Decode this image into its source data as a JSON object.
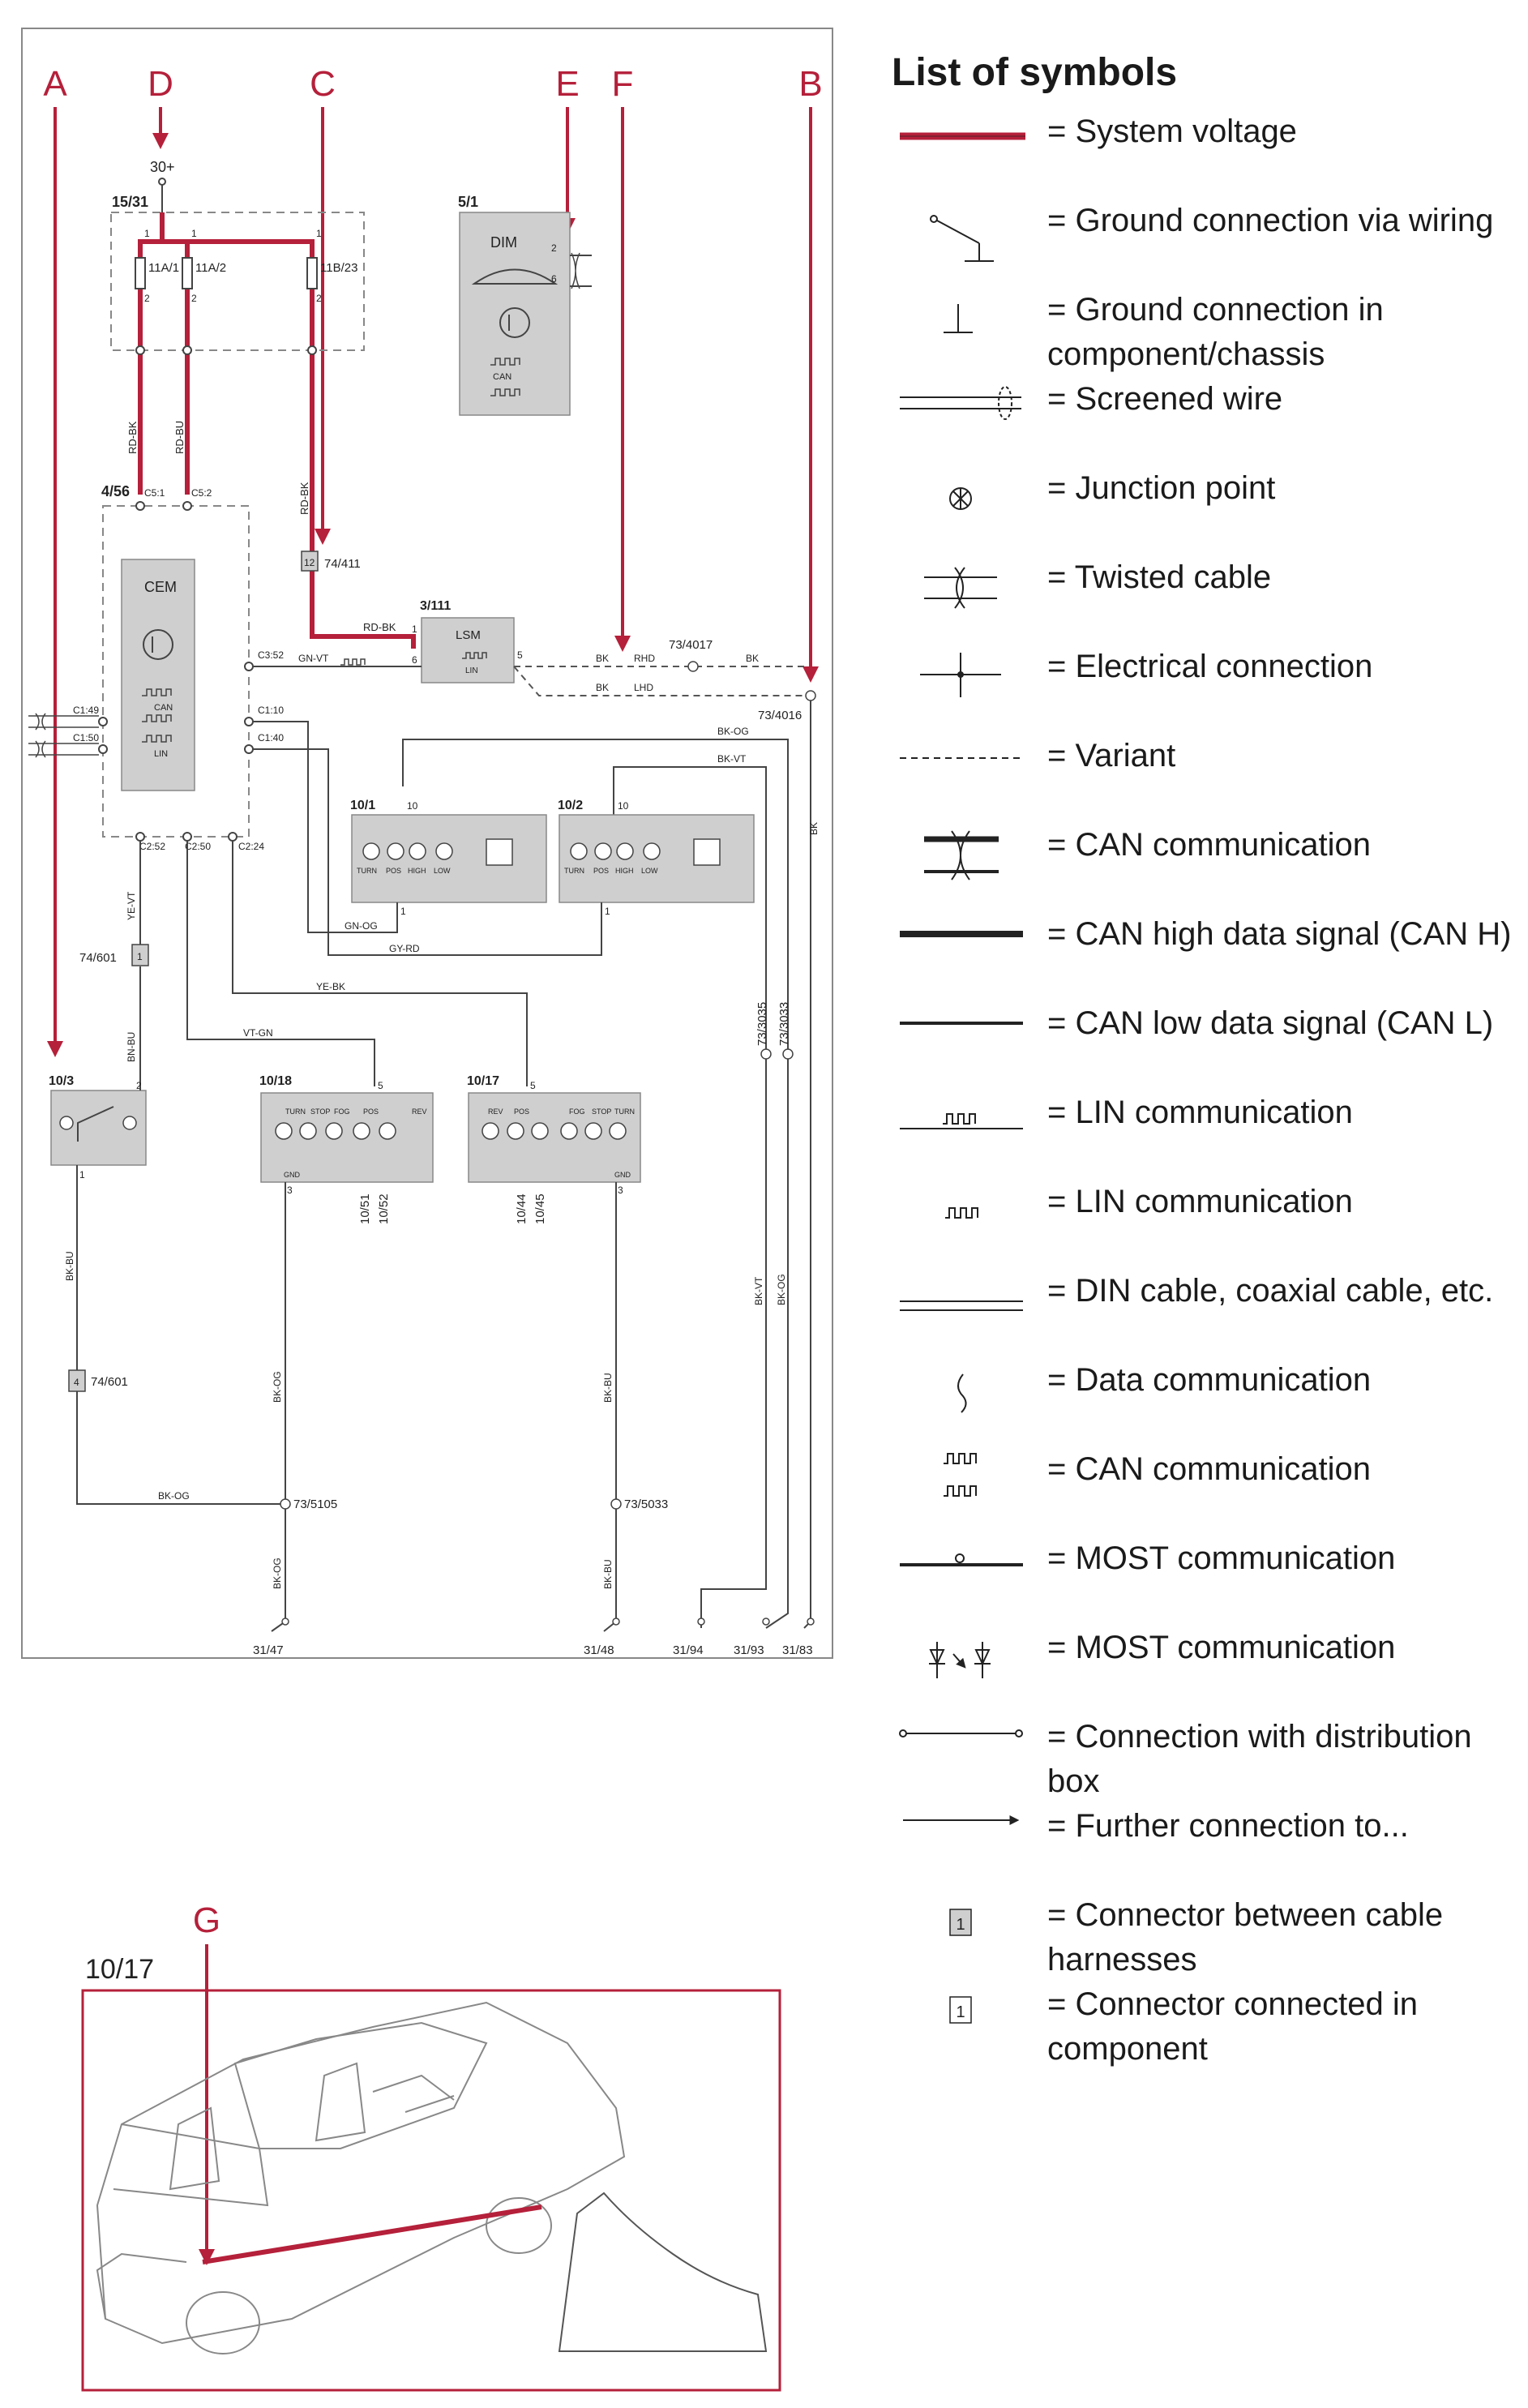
{
  "colors": {
    "system_voltage": "#b5203a",
    "wire": "#444444",
    "box_fill": "#cfcfcf",
    "frame": "#888888"
  },
  "callouts": [
    "A",
    "D",
    "C",
    "E",
    "F",
    "B",
    "G"
  ],
  "supply": {
    "label": "30+",
    "box": "15/31"
  },
  "fuses": [
    "11A/1",
    "11A/2",
    "11B/23"
  ],
  "fuse_pins": {
    "top": "1",
    "bottom": "2"
  },
  "dim": {
    "id": "5/1",
    "name": "DIM",
    "can": "CAN",
    "pins": [
      "2",
      "6"
    ]
  },
  "cem": {
    "id": "4/56",
    "name": "CEM",
    "can": "CAN",
    "lin": "LIN",
    "top_pins": [
      "C5:1",
      "C5:2"
    ],
    "right_pins": [
      "C3:52",
      "C1:10",
      "C1:40"
    ],
    "left_pins": [
      "C1:49",
      "C1:50"
    ],
    "bottom_pins": [
      "C2:52",
      "C2:50",
      "C2:24"
    ]
  },
  "lsm": {
    "id": "3/111",
    "name": "LSM",
    "lin": "LIN",
    "pins": [
      "1",
      "6",
      "5"
    ]
  },
  "connector_74_411": {
    "pin": "12",
    "label": "74/411"
  },
  "connector_74_601": {
    "pin": "1",
    "label": "74/601"
  },
  "connector_74_601b": {
    "pin": "4",
    "label": "74/601"
  },
  "wire_labels": {
    "rd_bk_1": "RD-BK",
    "rd_bu": "RD-BU",
    "rd_bk_2": "RD-BK",
    "rd_bk_3": "RD-BK",
    "gn_vt": "GN-VT",
    "bk_rhd": "BK",
    "rhd": "RHD",
    "bk_after": "BK",
    "bk_lhd": "BK",
    "lhd": "LHD",
    "bk_og_top": "BK-OG",
    "bk_vt_top": "BK-VT",
    "bk_right": "BK",
    "ye_vt": "YE-VT",
    "bn_bu": "BN-BU",
    "gn_og": "GN-OG",
    "gy_rd": "GY-RD",
    "ye_bk": "YE-BK",
    "vt_gn": "VT-GN",
    "bk_bu_left": "BK-BU",
    "bk_og_mid": "BK-OG",
    "bk_og_horiz": "BK-OG",
    "bk_og_bottom": "BK-OG",
    "bk_bu_mid": "BK-BU",
    "bk_bu_bottom": "BK-BU",
    "bk_vt_low": "BK-VT",
    "bk_og_low": "BK-OG"
  },
  "junctions": [
    "73/4017",
    "73/4016",
    "73/3035",
    "73/3033",
    "73/5105",
    "73/5033"
  ],
  "grounds": [
    "31/47",
    "31/48",
    "31/94",
    "31/93",
    "31/83"
  ],
  "lamp_front_1": {
    "id": "10/1",
    "pin_top": "10",
    "pin_bottom": "1",
    "labels": [
      "TURN",
      "POS",
      "HIGH",
      "LOW"
    ]
  },
  "lamp_front_2": {
    "id": "10/2",
    "pin_top": "10",
    "pin_bottom": "1",
    "labels": [
      "TURN",
      "POS",
      "HIGH",
      "LOW"
    ]
  },
  "switch_10_3": {
    "id": "10/3",
    "pins": [
      "2",
      "1"
    ]
  },
  "rear_lamp_left": {
    "id": "10/18",
    "labels": [
      "TURN",
      "STOP",
      "FOG",
      "POS",
      "REV"
    ],
    "gnd": "GND",
    "pin_top": "5",
    "pin_bottom": "3",
    "sub": [
      "10/51",
      "10/52"
    ]
  },
  "rear_lamp_right": {
    "id": "10/17",
    "labels": [
      "REV",
      "POS",
      "FOG",
      "STOP",
      "TURN"
    ],
    "gnd": "GND",
    "pin_top": "5",
    "pin_bottom": "3",
    "sub": [
      "10/44",
      "10/45"
    ]
  },
  "legend": {
    "title": "List of symbols",
    "items": [
      {
        "icon": "system-voltage",
        "text": "= System voltage"
      },
      {
        "icon": "ground-wiring",
        "text": "= Ground connection via wiring"
      },
      {
        "icon": "ground-component",
        "text": "= Ground connection in component/chassis"
      },
      {
        "icon": "screened-wire",
        "text": "= Screened wire"
      },
      {
        "icon": "junction-point",
        "text": "= Junction point"
      },
      {
        "icon": "twisted-cable",
        "text": "= Twisted cable"
      },
      {
        "icon": "electrical-connection",
        "text": "= Electrical connection"
      },
      {
        "icon": "variant",
        "text": "= Variant"
      },
      {
        "icon": "can-communication",
        "text": "= CAN communication"
      },
      {
        "icon": "can-high",
        "text": "= CAN high data signal (CAN H)"
      },
      {
        "icon": "can-low",
        "text": "= CAN low data signal (CAN L)"
      },
      {
        "icon": "lin-line",
        "text": "= LIN communication"
      },
      {
        "icon": "lin-label",
        "text": "= LIN communication"
      },
      {
        "icon": "din-cable",
        "text": "= DIN cable, coaxial cable, etc."
      },
      {
        "icon": "data-communication",
        "text": "= Data communication"
      },
      {
        "icon": "can-label",
        "text": "= CAN communication"
      },
      {
        "icon": "most-line",
        "text": "= MOST communication"
      },
      {
        "icon": "most-diodes",
        "text": "= MOST communication"
      },
      {
        "icon": "distribution-box",
        "text": "= Connection with distribution box"
      },
      {
        "icon": "further-connection",
        "text": "= Further connection to..."
      },
      {
        "icon": "connector-harness",
        "text": "= Connector between cable harnesses",
        "glyph": "1"
      },
      {
        "icon": "connector-component",
        "text": "= Connector connected in component",
        "glyph": "1"
      }
    ]
  },
  "car_view": {
    "label": "10/17",
    "callout": "G"
  }
}
